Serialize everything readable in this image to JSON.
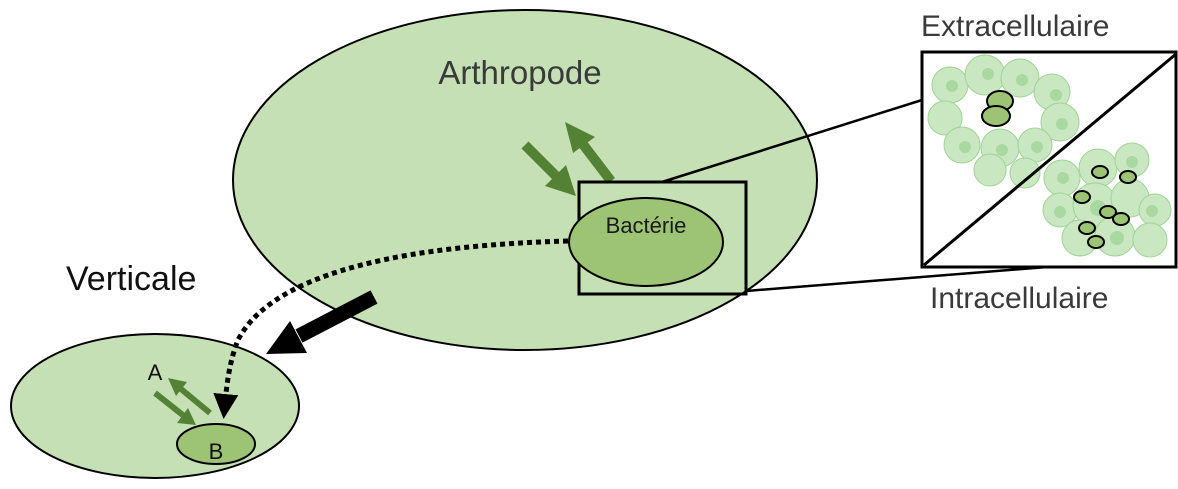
{
  "labels": {
    "arthropode": "Arthropode",
    "bacterie": "Bactérie",
    "verticale": "Verticale",
    "offspring_a": "A",
    "offspring_b": "B",
    "extracellular": "Extracellulaire",
    "intracellular": "Intracellulaire"
  },
  "colors": {
    "host_fill": "#c5e0b4",
    "bacteria_fill": "#9dc474",
    "arrow_green": "#548235",
    "cell_fill": "#c9e8c2",
    "cell_nucleus": "#a9d8a0",
    "outline": "#000000"
  },
  "icons": {
    "transmission_arrows": "green-double-arrow",
    "vertical_arrow": "black-arrow",
    "dotted_path": "dotted-curved-arrow"
  }
}
